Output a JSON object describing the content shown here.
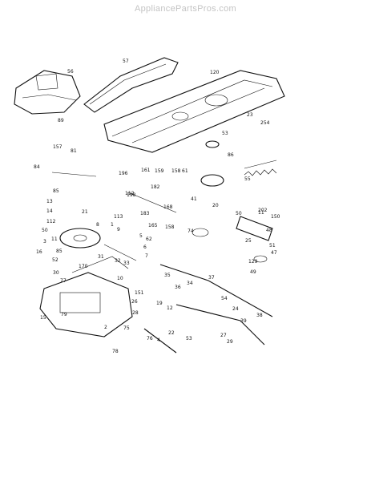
{
  "watermark": "AppliancePartsPros.com",
  "callouts": [
    "57",
    "56",
    "120",
    "89",
    "53",
    "23",
    "254",
    "86",
    "157",
    "81",
    "84",
    "85",
    "21",
    "198",
    "161",
    "159",
    "158",
    "196",
    "182",
    "112",
    "183",
    "165",
    "168",
    "158",
    "41",
    "20",
    "55",
    "13",
    "14",
    "112",
    "11",
    "85",
    "8",
    "113",
    "9",
    "62",
    "61",
    "50",
    "202",
    "150",
    "48",
    "16",
    "52",
    "30",
    "170",
    "32",
    "33",
    "35",
    "36",
    "34",
    "37",
    "5",
    "6",
    "7",
    "15",
    "2",
    "19",
    "77",
    "26",
    "28",
    "27",
    "29",
    "22",
    "53",
    "38",
    "74",
    "75",
    "78",
    "76",
    "4",
    "1",
    "79",
    "31",
    "10",
    "151",
    "51",
    "47",
    "129",
    "49",
    "25",
    "54",
    "39",
    "24",
    "12",
    "3",
    "50",
    "11"
  ]
}
